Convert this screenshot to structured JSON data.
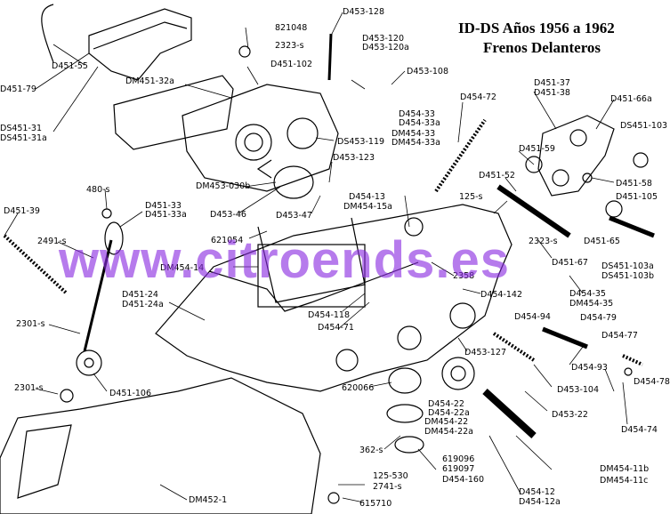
{
  "title": {
    "line1": "ID-DS Años 1956 a 1962",
    "line2": "Frenos Delanteros"
  },
  "watermark": "www.citroends.es",
  "labels": [
    "D453-128",
    "821048",
    "2323-s",
    "D451-102",
    "D453-120",
    "D453-120a",
    "D453-108",
    "D451-55",
    "D451-79",
    "DM451-32a",
    "DS451-31",
    "DS451-31a",
    "D454-72",
    "D451-37",
    "D451-38",
    "D451-66a",
    "DS451-103",
    "D451-59",
    "D454-33",
    "D454-33a",
    "DM454-33",
    "DM454-33a",
    "DS453-119",
    "D453-123",
    "DM453-030b",
    "D451-52",
    "D451-58",
    "D451-105",
    "480-s",
    "D451-39",
    "D451-33",
    "D451-33a",
    "D453-46",
    "D453-47",
    "D454-13",
    "DM454-15a",
    "125-s",
    "2491-s",
    "621054",
    "DM454-14",
    "2323-s",
    "D451-65",
    "D451-67",
    "DS451-103a",
    "DS451-103b",
    "2358",
    "D454-142",
    "D451-24",
    "D451-24a",
    "D454-118",
    "D454-71",
    "D454-35",
    "DM454-35",
    "D454-94",
    "D454-79",
    "D454-77",
    "D454-93",
    "D454-78",
    "2301-s",
    "D453-127",
    "D451-106",
    "620066",
    "D453-104",
    "D453-22",
    "2301-s",
    "D454-22",
    "D454-22a",
    "DM454-22",
    "DM454-22a",
    "D454-74",
    "362-s",
    "619096",
    "619097",
    "D454-160",
    "DM454-11b",
    "DM454-11c",
    "125-530",
    "2741-s",
    "DM452-1",
    "D454-12",
    "D454-12a",
    "615710"
  ]
}
